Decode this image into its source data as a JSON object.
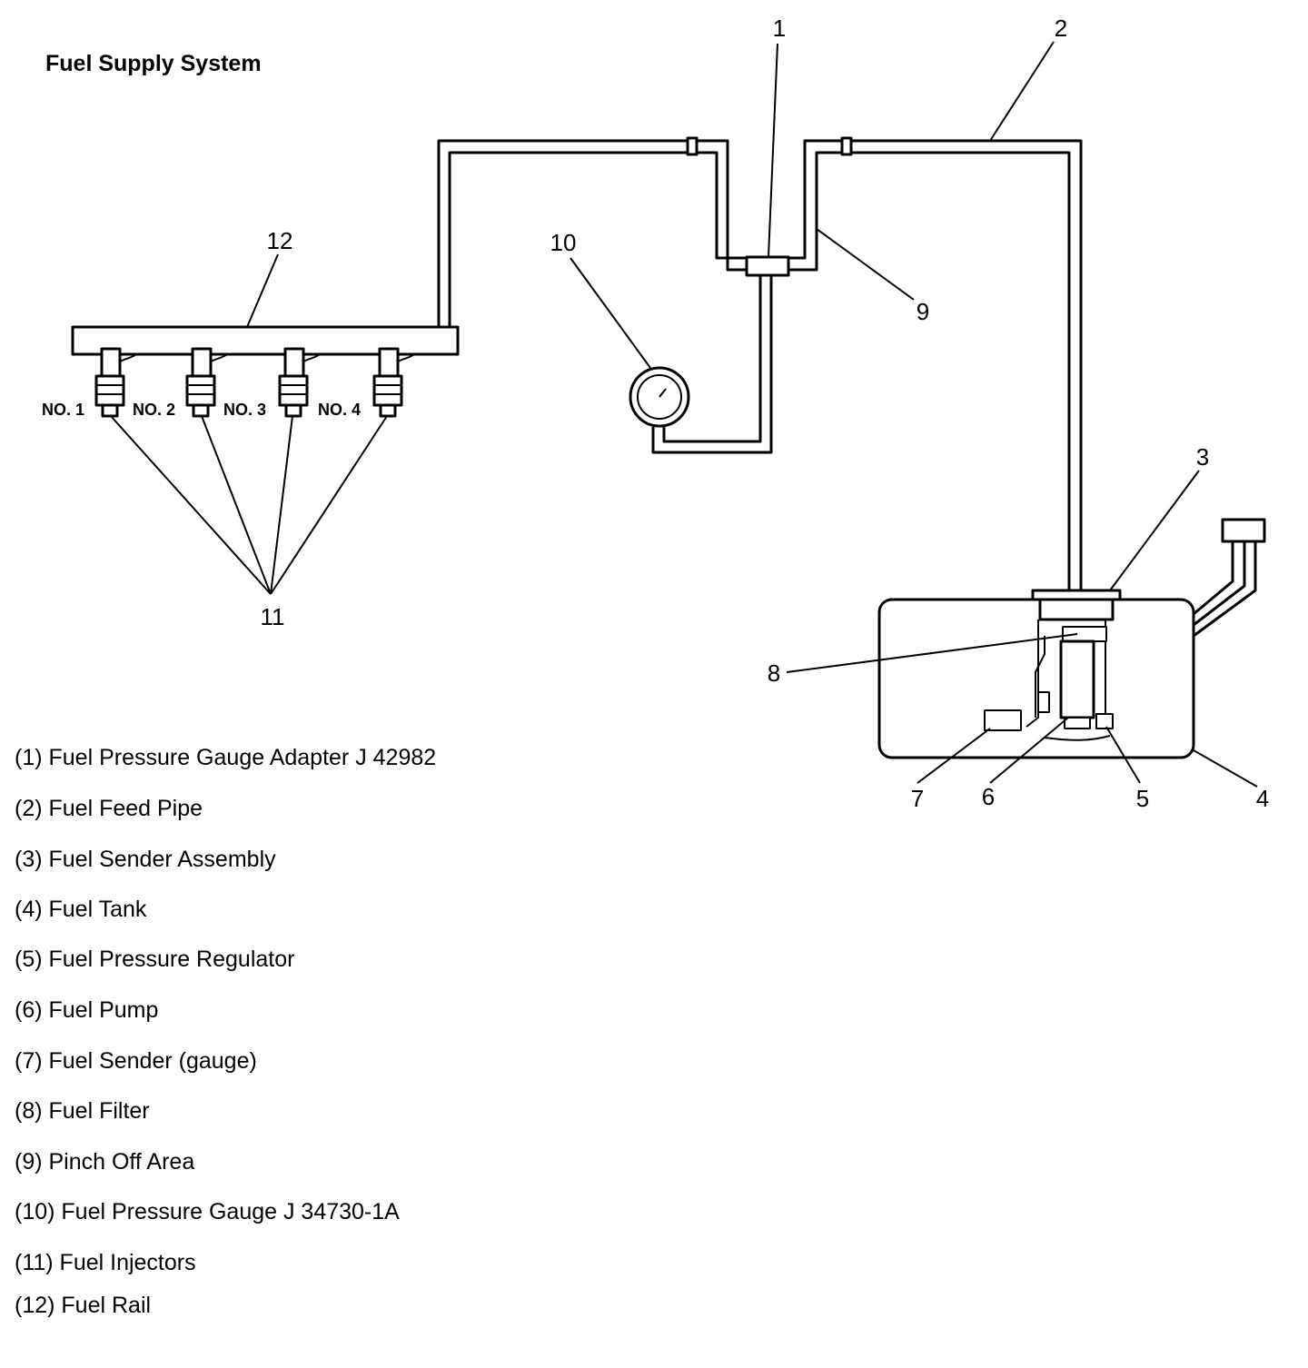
{
  "title": "Fuel Supply System",
  "callouts": [
    "1",
    "2",
    "3",
    "4",
    "5",
    "6",
    "7",
    "8",
    "9",
    "10",
    "11",
    "12"
  ],
  "injector_labels": [
    "NO. 1",
    "NO. 2",
    "NO. 3",
    "NO. 4"
  ],
  "legend": [
    "(1) Fuel Pressure Gauge Adapter J 42982",
    "(2) Fuel Feed Pipe",
    "(3) Fuel Sender Assembly",
    "(4) Fuel Tank",
    "(5) Fuel Pressure Regulator",
    "(6) Fuel Pump",
    "(7) Fuel Sender (gauge)",
    "(8) Fuel Filter",
    "(9) Pinch Off Area",
    "(10) Fuel Pressure Gauge J 34730-1A",
    "(11) Fuel Injectors",
    "(12) Fuel Rail"
  ]
}
